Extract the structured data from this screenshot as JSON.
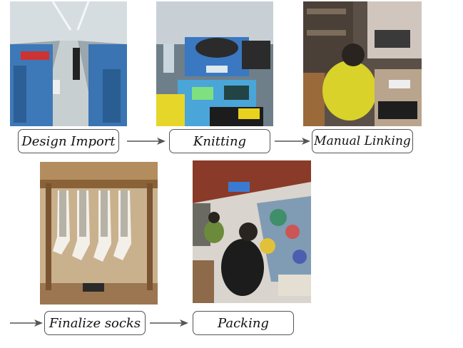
{
  "steps": [
    {
      "id": "design-import",
      "label": "Design Import"
    },
    {
      "id": "knitting",
      "label": "Knitting"
    },
    {
      "id": "manual-linking",
      "label": "Manual Linking"
    },
    {
      "id": "finalize-socks",
      "label": "Finalize socks"
    },
    {
      "id": "packing",
      "label": "Packing"
    }
  ],
  "photos": [
    {
      "step": "design-import",
      "icon": "factory-floor-photo"
    },
    {
      "step": "knitting",
      "icon": "knitting-machine-photo"
    },
    {
      "step": "manual-linking",
      "icon": "linking-worker-photo"
    },
    {
      "step": "finalize-socks",
      "icon": "sock-forms-photo"
    },
    {
      "step": "packing",
      "icon": "packing-workers-photo"
    }
  ],
  "colors": {
    "arrow": "#555555",
    "box_border": "#555555"
  }
}
